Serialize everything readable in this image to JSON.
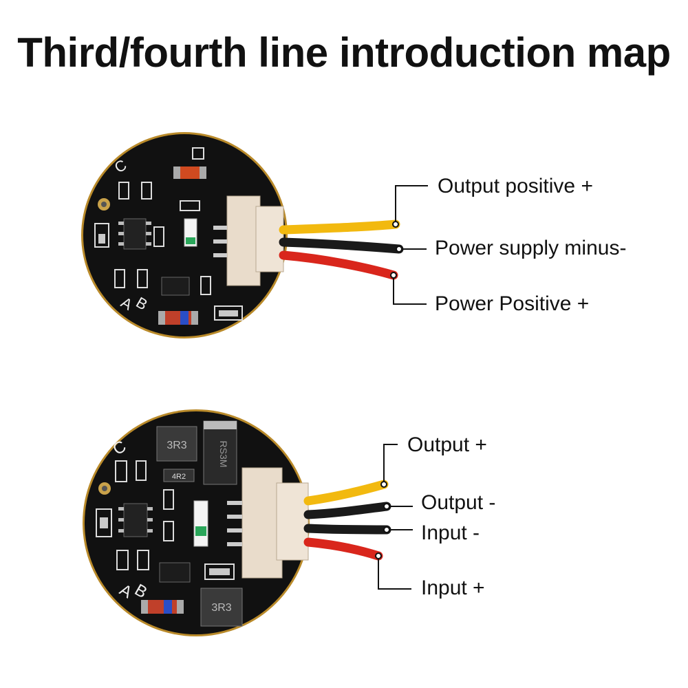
{
  "title": "Third/fourth line introduction map",
  "board1": {
    "silkscreen": {
      "c": "C",
      "a": "A",
      "b": "B"
    },
    "labels": {
      "output_positive": "Output positive +",
      "power_minus": "Power supply minus-",
      "power_positive": "Power Positive +"
    }
  },
  "board2": {
    "silkscreen": {
      "c": "C",
      "a": "A",
      "b": "B",
      "inductor_top": "3R3",
      "inductor_bottom": "3R3",
      "diode": "RS3M",
      "resistor": "4R2"
    },
    "labels": {
      "output_plus": "Output +",
      "output_minus": "Output -",
      "input_minus": "Input -",
      "input_plus": "Input +"
    }
  },
  "colors": {
    "pcb": "#111111",
    "wire_yellow": "#f2b90f",
    "wire_black": "#1a1a1a",
    "wire_red": "#d9261c",
    "connector": "#e9dccb",
    "pad": "#c9c9c9"
  }
}
